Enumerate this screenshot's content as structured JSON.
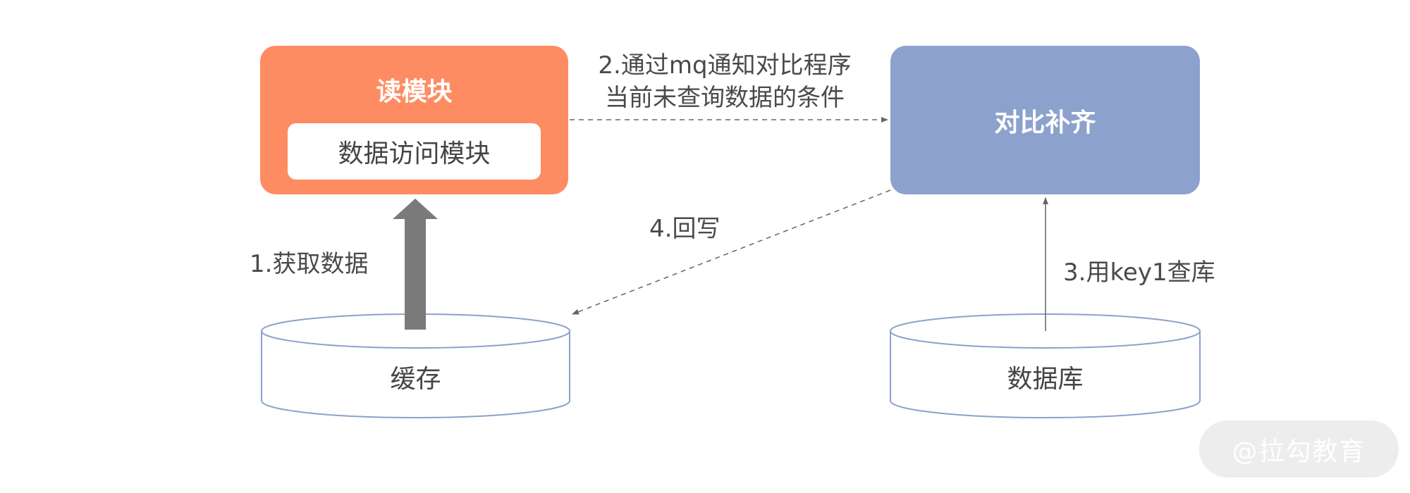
{
  "read_module": {
    "title": "读模块",
    "inner_label": "数据访问模块"
  },
  "compare_fill": {
    "label": "对比补齐"
  },
  "steps": {
    "fetch": "1.获取数据",
    "notify_line1": "2.通过mq通知对比程序",
    "notify_line2": "当前未查询数据的条件",
    "query": "3.用key1查库",
    "writeback": "4.回写"
  },
  "cache": {
    "label": "缓存"
  },
  "database": {
    "label": "数据库"
  },
  "watermark": "@拉勾教育",
  "colors": {
    "read_module": "#fe8c62",
    "compare_fill": "#8ca1cc",
    "cylinder_stroke": "#8ca1cc",
    "thick_arrow": "#7a7a7a",
    "thin_arrow": "#666666"
  }
}
